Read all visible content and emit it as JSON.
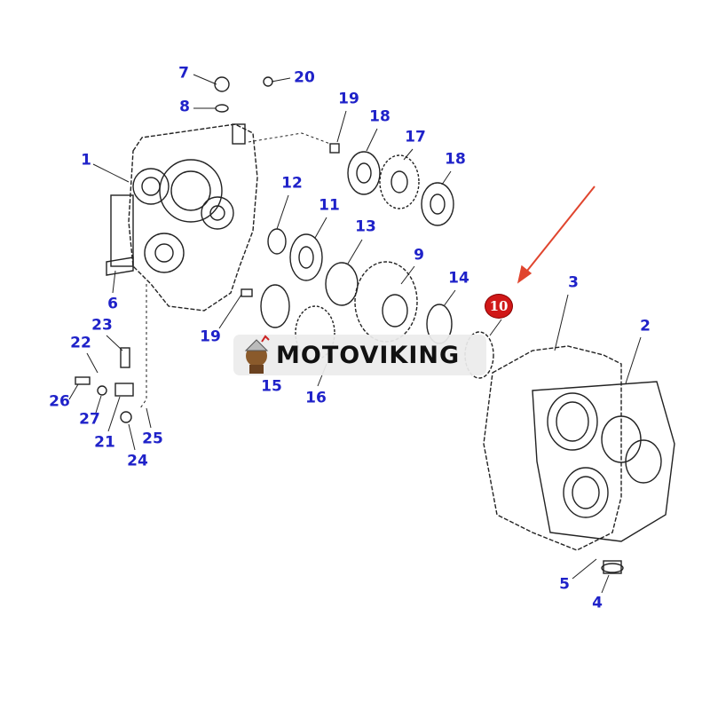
{
  "diagram": {
    "labels": {
      "l7": "7",
      "l20": "20",
      "l8": "8",
      "l19a": "19",
      "l18a": "18",
      "l17": "17",
      "l18b": "18",
      "l1": "1",
      "l12": "12",
      "l11": "11",
      "l13": "13",
      "l9": "9",
      "l14": "14",
      "l6": "6",
      "l3": "3",
      "l2": "2",
      "l23": "23",
      "l19b": "19",
      "l22": "22",
      "l15": "15",
      "l16": "16",
      "l26": "26",
      "l27": "27",
      "l21": "21",
      "l25": "25",
      "l24": "24",
      "l5": "5",
      "l4": "4"
    },
    "highlighted_part": "10"
  },
  "watermark": {
    "text": "MOTOVIKING"
  },
  "colors": {
    "label": "#1f22c9",
    "highlight": "#d01818",
    "arrow": "#e0452e"
  }
}
